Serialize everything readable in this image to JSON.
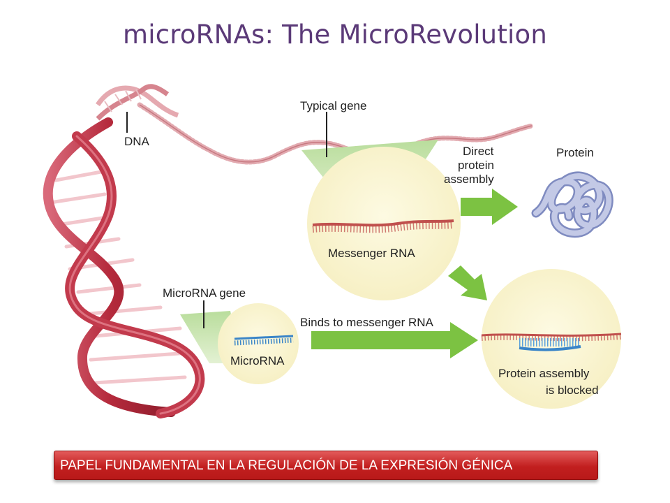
{
  "title": "microRNAs: The MicroRevolution",
  "labels": {
    "dna": "DNA",
    "typical_gene": "Typical gene",
    "direct_1": "Direct",
    "direct_2": "protein",
    "direct_3": "assembly",
    "protein": "Protein",
    "messenger_rna": "Messenger RNA",
    "microrna_gene": "MicroRNA gene",
    "binds": "Binds to messenger RNA",
    "microrna": "MicroRNA",
    "blocked_1": "Protein assembly",
    "blocked_2": "is blocked"
  },
  "banner": "PAPEL FUNDAMENTAL EN LA REGULACIÓN DE LA EXPRESIÓN GÉNICA",
  "colors": {
    "title": "#5b3a78",
    "dna_strand": "#b52a3c",
    "bubble": "#fbf6d3",
    "arrow": "#7cc242",
    "mrna": "#c0504d",
    "microrna": "#3a85c8",
    "protein": "#a9b2d8",
    "banner": "#c62828"
  }
}
